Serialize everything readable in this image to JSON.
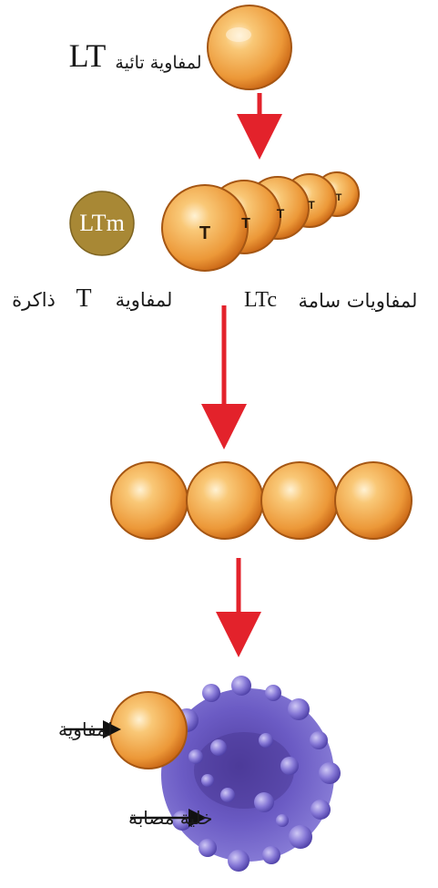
{
  "labels": {
    "lt_code": "LT",
    "lt_name": "لمفاوية تائية",
    "ltm_code": "LTm",
    "ltm_name": "لمفاوية",
    "ltm_t": "T",
    "ltm_suffix": "ذاكرة",
    "ltc_code": "LTc",
    "ltc_name": "لمفاويات سامة",
    "receptor_letter": "T",
    "lymph_pointer": "لمفاوية",
    "infected_cell": "خلية مصابة"
  },
  "colors": {
    "cell_core": "#f7bd63",
    "cell_edge": "#d9791f",
    "cell_outline": "#a55613",
    "memory_cell": "#a88835",
    "arrow_red": "#e3222b",
    "infected_body": "#6b5bc4",
    "infected_bubble": "#8577d6",
    "pointer_arrow": "#111111"
  }
}
